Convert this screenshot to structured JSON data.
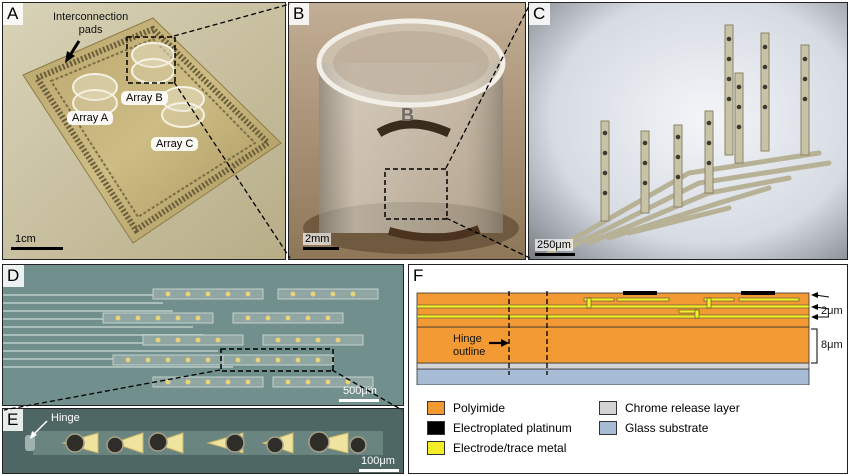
{
  "panelA": {
    "label": "A",
    "callout": "Interconnection\npads",
    "tags": [
      "Array A",
      "Array B",
      "Array C"
    ],
    "scale": "1cm"
  },
  "panelB": {
    "label": "B",
    "engraving": "B",
    "scale": "2mm"
  },
  "panelC": {
    "label": "C",
    "scale": "250μm"
  },
  "panelD": {
    "label": "D",
    "scale": "500μm"
  },
  "panelE": {
    "label": "E",
    "hinge": "Hinge",
    "scale": "100μm"
  },
  "panelF": {
    "label": "F",
    "hinge_outline": "Hinge\noutline",
    "dim_small": "2μm",
    "dim_large": "8μm",
    "legend": [
      {
        "label": "Polyimide",
        "color": "#F39A34"
      },
      {
        "label": "Electroplated platinum",
        "color": "#000000"
      },
      {
        "label": "Electrode/trace metal",
        "color": "#F2EE2A"
      },
      {
        "label": "Chrome release layer",
        "color": "#D4D4D4"
      },
      {
        "label": "Glass substrate",
        "color": "#A9BCD6"
      }
    ]
  }
}
